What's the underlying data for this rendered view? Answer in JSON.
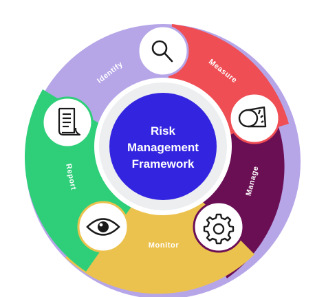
{
  "center": {
    "line1": "Risk",
    "line2": "Management",
    "line3": "Framework",
    "color": "#3324e0"
  },
  "segments": [
    {
      "label": "Identify",
      "color": "#b6a6e8",
      "icon": "magnifier-icon"
    },
    {
      "label": "Measure",
      "color": "#ef4e54",
      "icon": "measuring-tape-icon"
    },
    {
      "label": "Manage",
      "color": "#6b0f55",
      "icon": "gear-icon"
    },
    {
      "label": "Monitor",
      "color": "#ecc24f",
      "icon": "eye-icon"
    },
    {
      "label": "Report",
      "color": "#2fcf7a",
      "icon": "document-icon"
    }
  ]
}
